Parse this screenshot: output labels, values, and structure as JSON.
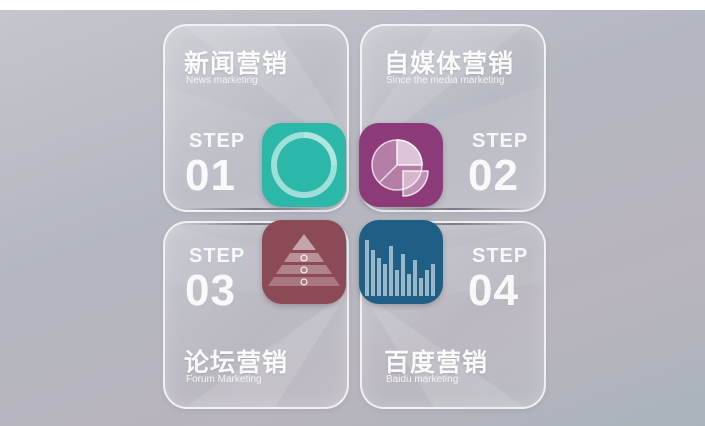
{
  "cards": [
    {
      "title_cn": "新闻营销",
      "title_en": "News marketing",
      "step_label": "STEP",
      "step_number": "01"
    },
    {
      "title_cn": "自媒体营销",
      "title_en": "Since the media marketing",
      "step_label": "STEP",
      "step_number": "02"
    },
    {
      "title_cn": "论坛营销",
      "title_en": "Forum Marketing",
      "step_label": "STEP",
      "step_number": "03"
    },
    {
      "title_cn": "百度营销",
      "title_en": "Baidu marketing",
      "step_label": "STEP",
      "step_number": "04"
    }
  ],
  "tiles": [
    {
      "icon": "ring-chart-icon",
      "color": "#2bb8a8"
    },
    {
      "icon": "pie-chart-icon",
      "color": "#8c3a78"
    },
    {
      "icon": "pyramid-chart-icon",
      "color": "#8b4a55"
    },
    {
      "icon": "bar-chart-icon",
      "color": "#1f5f86"
    }
  ],
  "colors": {
    "background": "#bcbec6",
    "card_border": "#ffffff",
    "text": "#ffffff"
  }
}
